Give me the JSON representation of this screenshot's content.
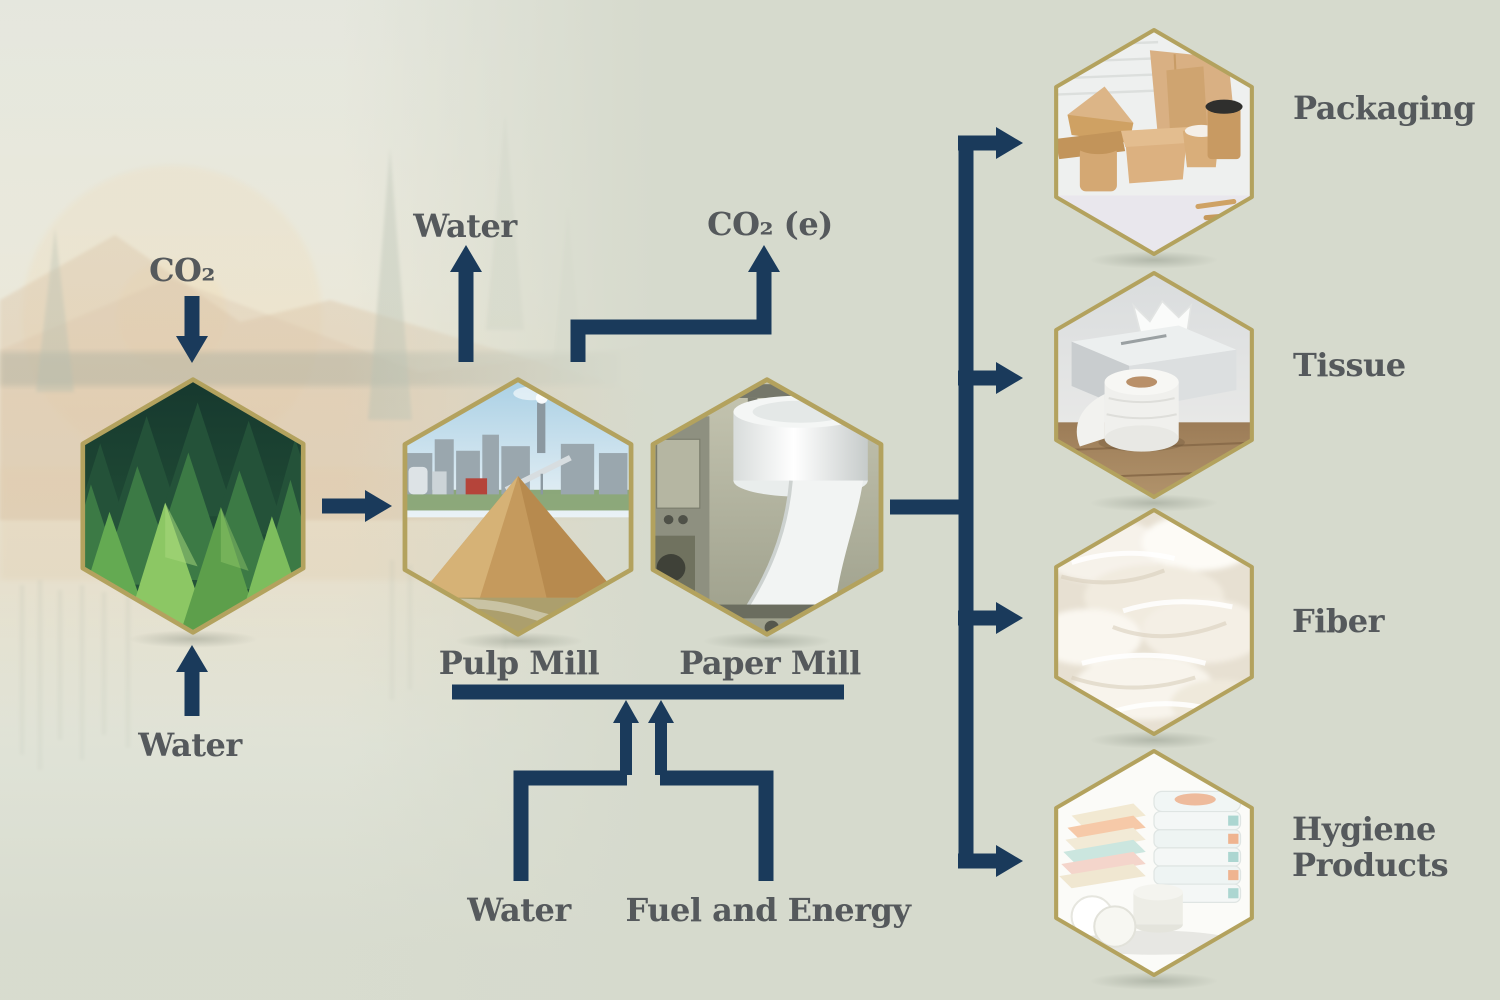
{
  "palette": {
    "background": "#d6dacd",
    "arrow_navy": "#1a3a5b",
    "hex_border_gold": "#b3a25e",
    "label_gray": "#55595c"
  },
  "flows": {
    "co2_input": "CO₂",
    "water_input": "Water",
    "water_output": "Water",
    "co2e_output": "CO₂ (e)",
    "water_supply": "Water",
    "fuel_energy_supply": "Fuel and Energy"
  },
  "process_nodes": {
    "forest_image": "forest-photo",
    "pulp_mill_label": "Pulp Mill",
    "pulp_mill_image": "pulp-mill-photo",
    "paper_mill_label": "Paper Mill",
    "paper_mill_image": "paper-mill-photo"
  },
  "products": [
    {
      "label": "Packaging",
      "image": "kraft-packaging-photo"
    },
    {
      "label": "Tissue",
      "image": "tissue-and-toilet-roll-photo"
    },
    {
      "label": "Fiber",
      "image": "cellulose-fiber-photo"
    },
    {
      "label": "Hygiene Products",
      "image": "hygiene-products-photo"
    }
  ]
}
